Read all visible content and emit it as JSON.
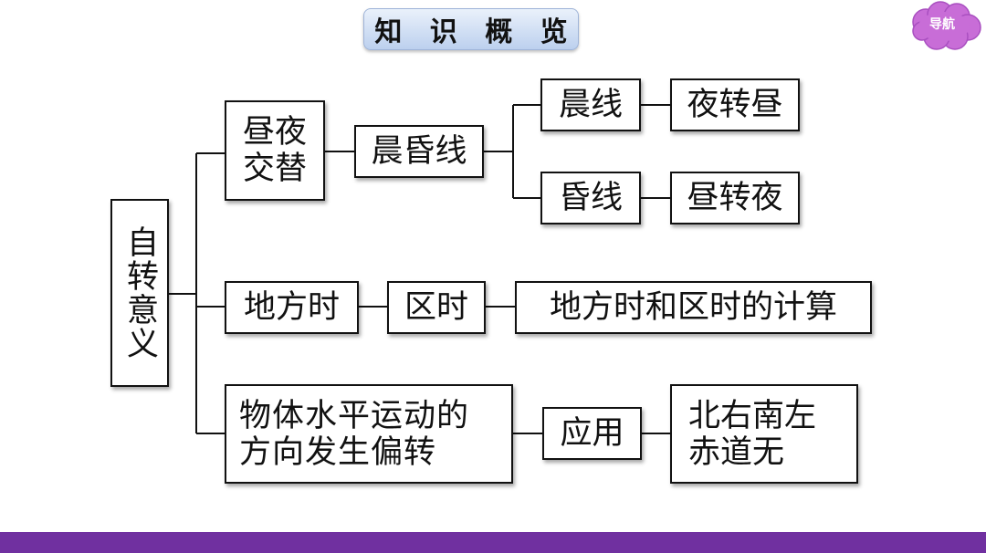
{
  "header": {
    "title": "知 识 概 览"
  },
  "nav": {
    "label": "导航"
  },
  "diagram": {
    "root": "自转意义",
    "day_night": "昼夜交替",
    "terminator": "晨昏线",
    "dawn_line": "晨线",
    "night_to_day": "夜转昼",
    "dusk_line": "昏线",
    "day_to_night": "昼转夜",
    "local_time": "地方时",
    "zone_time": "区时",
    "time_calc": "地方时和区时的计算",
    "deflection": "物体水平运动的方向发生偏转",
    "application": "应用",
    "rule": "北右南左赤道无"
  },
  "colors": {
    "bottom_bar": "#7030a0",
    "nav_cloud": "#c86dd7",
    "title_bg": "#bcd0ee"
  }
}
